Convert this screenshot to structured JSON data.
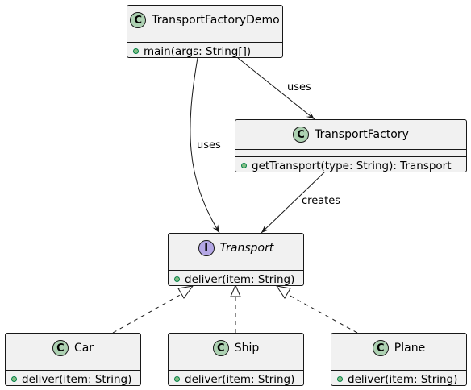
{
  "classes": {
    "demo": {
      "badge": "C",
      "name": "TransportFactoryDemo",
      "member": "main(args: String[])"
    },
    "factory": {
      "badge": "C",
      "name": "TransportFactory",
      "member": "getTransport(type: String): Transport"
    },
    "transport": {
      "badge": "I",
      "name": "Transport",
      "member": "deliver(item: String)"
    },
    "car": {
      "badge": "C",
      "name": "Car",
      "member": "deliver(item: String)"
    },
    "ship": {
      "badge": "C",
      "name": "Ship",
      "member": "deliver(item: String)"
    },
    "plane": {
      "badge": "C",
      "name": "Plane",
      "member": "deliver(item: String)"
    }
  },
  "edges": {
    "demo_uses_factory": "uses",
    "demo_uses_transport": "uses",
    "factory_creates_transport": "creates"
  },
  "colors": {
    "class_badge": "#add1b2",
    "interface_badge": "#b4a7e5",
    "box_fill": "#f1f1f1",
    "line": "#181818"
  }
}
